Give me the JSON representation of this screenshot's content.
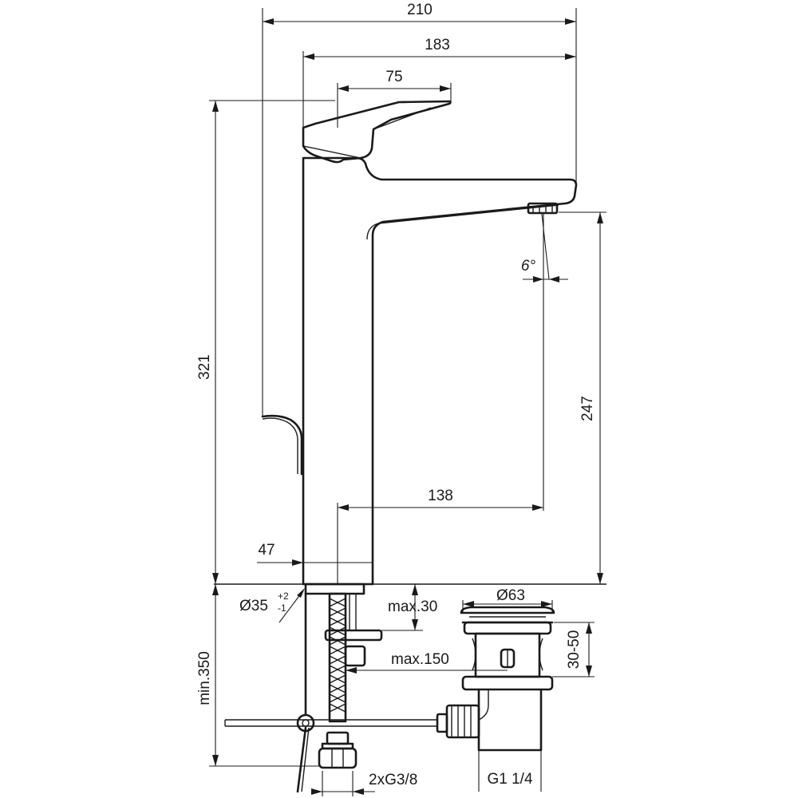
{
  "dimensions": {
    "overall_width": "210",
    "spout_width": "183",
    "lever_width": "75",
    "total_height": "321",
    "outlet_height": "247",
    "projection": "138",
    "base_offset": "47",
    "spout_angle": "6°",
    "base_diameter": "Ø35",
    "base_diameter_tol_upper": "+2",
    "base_diameter_tol_lower": "-1",
    "deck_thickness": "max.30",
    "hose_length": "max.150",
    "min_hose": "min.350",
    "connections": "2xG3/8",
    "waste_diameter": "Ø63",
    "waste_range": "30-50",
    "waste_thread": "G1 1/4"
  }
}
